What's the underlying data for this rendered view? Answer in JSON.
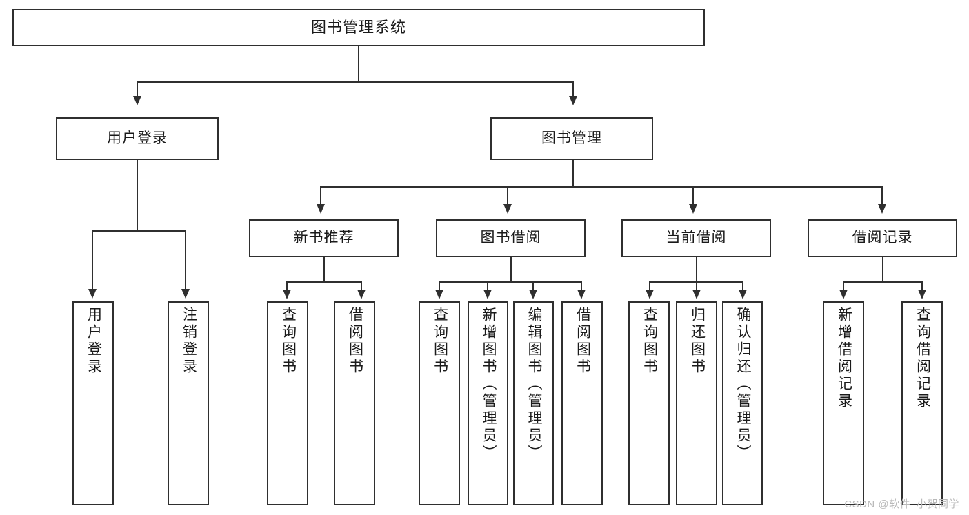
{
  "diagram": {
    "title": "图书管理系统",
    "watermark": "CSDN @软件_小贺同学",
    "colors": {
      "stroke": "#2f2f2f",
      "fill": "#ffffff",
      "text": "#1a1a1a",
      "watermark": "#b9b9b9"
    },
    "root": {
      "label": "图书管理系统"
    },
    "level2": [
      {
        "label": "用户登录"
      },
      {
        "label": "图书管理"
      }
    ],
    "level3": [
      {
        "label": "新书推荐"
      },
      {
        "label": "图书借阅"
      },
      {
        "label": "当前借阅"
      },
      {
        "label": "借阅记录"
      }
    ],
    "leaves": {
      "user_login": [
        {
          "label": "用户登录"
        },
        {
          "label": "注销登录"
        }
      ],
      "new_book": [
        {
          "label": "查询图书"
        },
        {
          "label": "借阅图书"
        }
      ],
      "book_borrow": [
        {
          "label": "查询图书"
        },
        {
          "label": "新增图书（管理员）"
        },
        {
          "label": "编辑图书（管理员）"
        },
        {
          "label": "借阅图书"
        }
      ],
      "current_borrow": [
        {
          "label": "查询图书"
        },
        {
          "label": "归还图书"
        },
        {
          "label": "确认归还（管理员）"
        }
      ],
      "borrow_record": [
        {
          "label": "新增借阅记录"
        },
        {
          "label": "查询借阅记录"
        }
      ]
    }
  }
}
